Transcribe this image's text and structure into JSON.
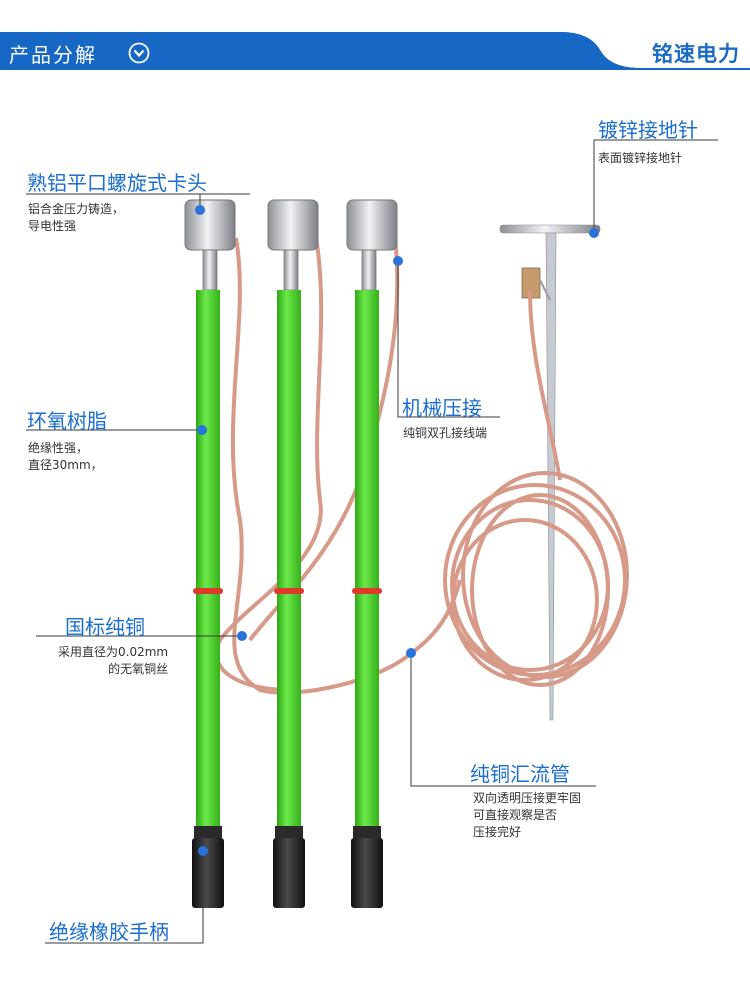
{
  "header": {
    "title": "产品分解",
    "brand": "铭速电力",
    "color": "#1767c4"
  },
  "callouts": [
    {
      "id": "clamp",
      "title": "熟铝平口螺旋式卡头",
      "desc": [
        "铝合金压力铸造，",
        "导电性强"
      ]
    },
    {
      "id": "resin",
      "title": "环氧树脂",
      "desc": [
        "绝缘性强，",
        "直径30mm，"
      ]
    },
    {
      "id": "copper",
      "title": "国标纯铜",
      "desc": [
        "采用直径为0.02mm",
        "的无氧铜丝"
      ]
    },
    {
      "id": "handle",
      "title": "绝缘橡胶手柄",
      "desc": []
    },
    {
      "id": "ground_pin",
      "title": "镀锌接地针",
      "desc": [
        "表面镀锌接地针"
      ]
    },
    {
      "id": "press",
      "title": "机械压接",
      "desc": [
        "纯铜双孔接线端"
      ]
    },
    {
      "id": "busbar",
      "title": "纯铜汇流管",
      "desc": [
        "双向透明压接更牢固",
        "可直接观察是否",
        "压接完好"
      ]
    }
  ],
  "colors": {
    "accent": "#1b6ed0",
    "pole": "#4cd42a",
    "cable": "#d79a88",
    "handle": "#2a2a2a"
  }
}
